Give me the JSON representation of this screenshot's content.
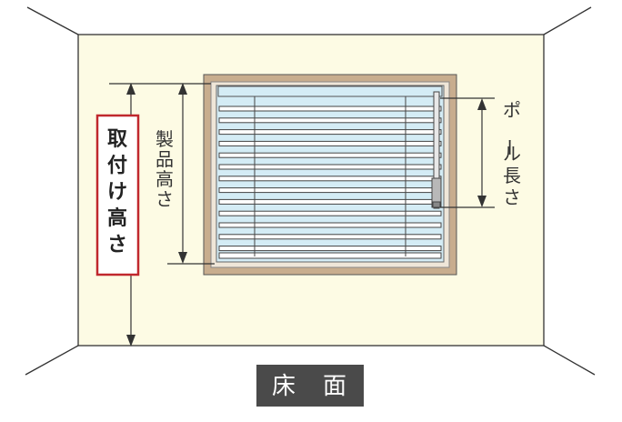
{
  "labels": {
    "mount_height": "取付け高さ",
    "product_height": "製品高さ",
    "pole_length": "ポール長さ",
    "floor": "床　面"
  },
  "colors": {
    "wall": "#fdfbe4",
    "frame": "#c8ad8e",
    "glass": "#d4ecf5",
    "slat": "#ffffff",
    "line": "#333333",
    "highlight_box": "#c0282d",
    "floor_badge": "#4a4a4a"
  }
}
